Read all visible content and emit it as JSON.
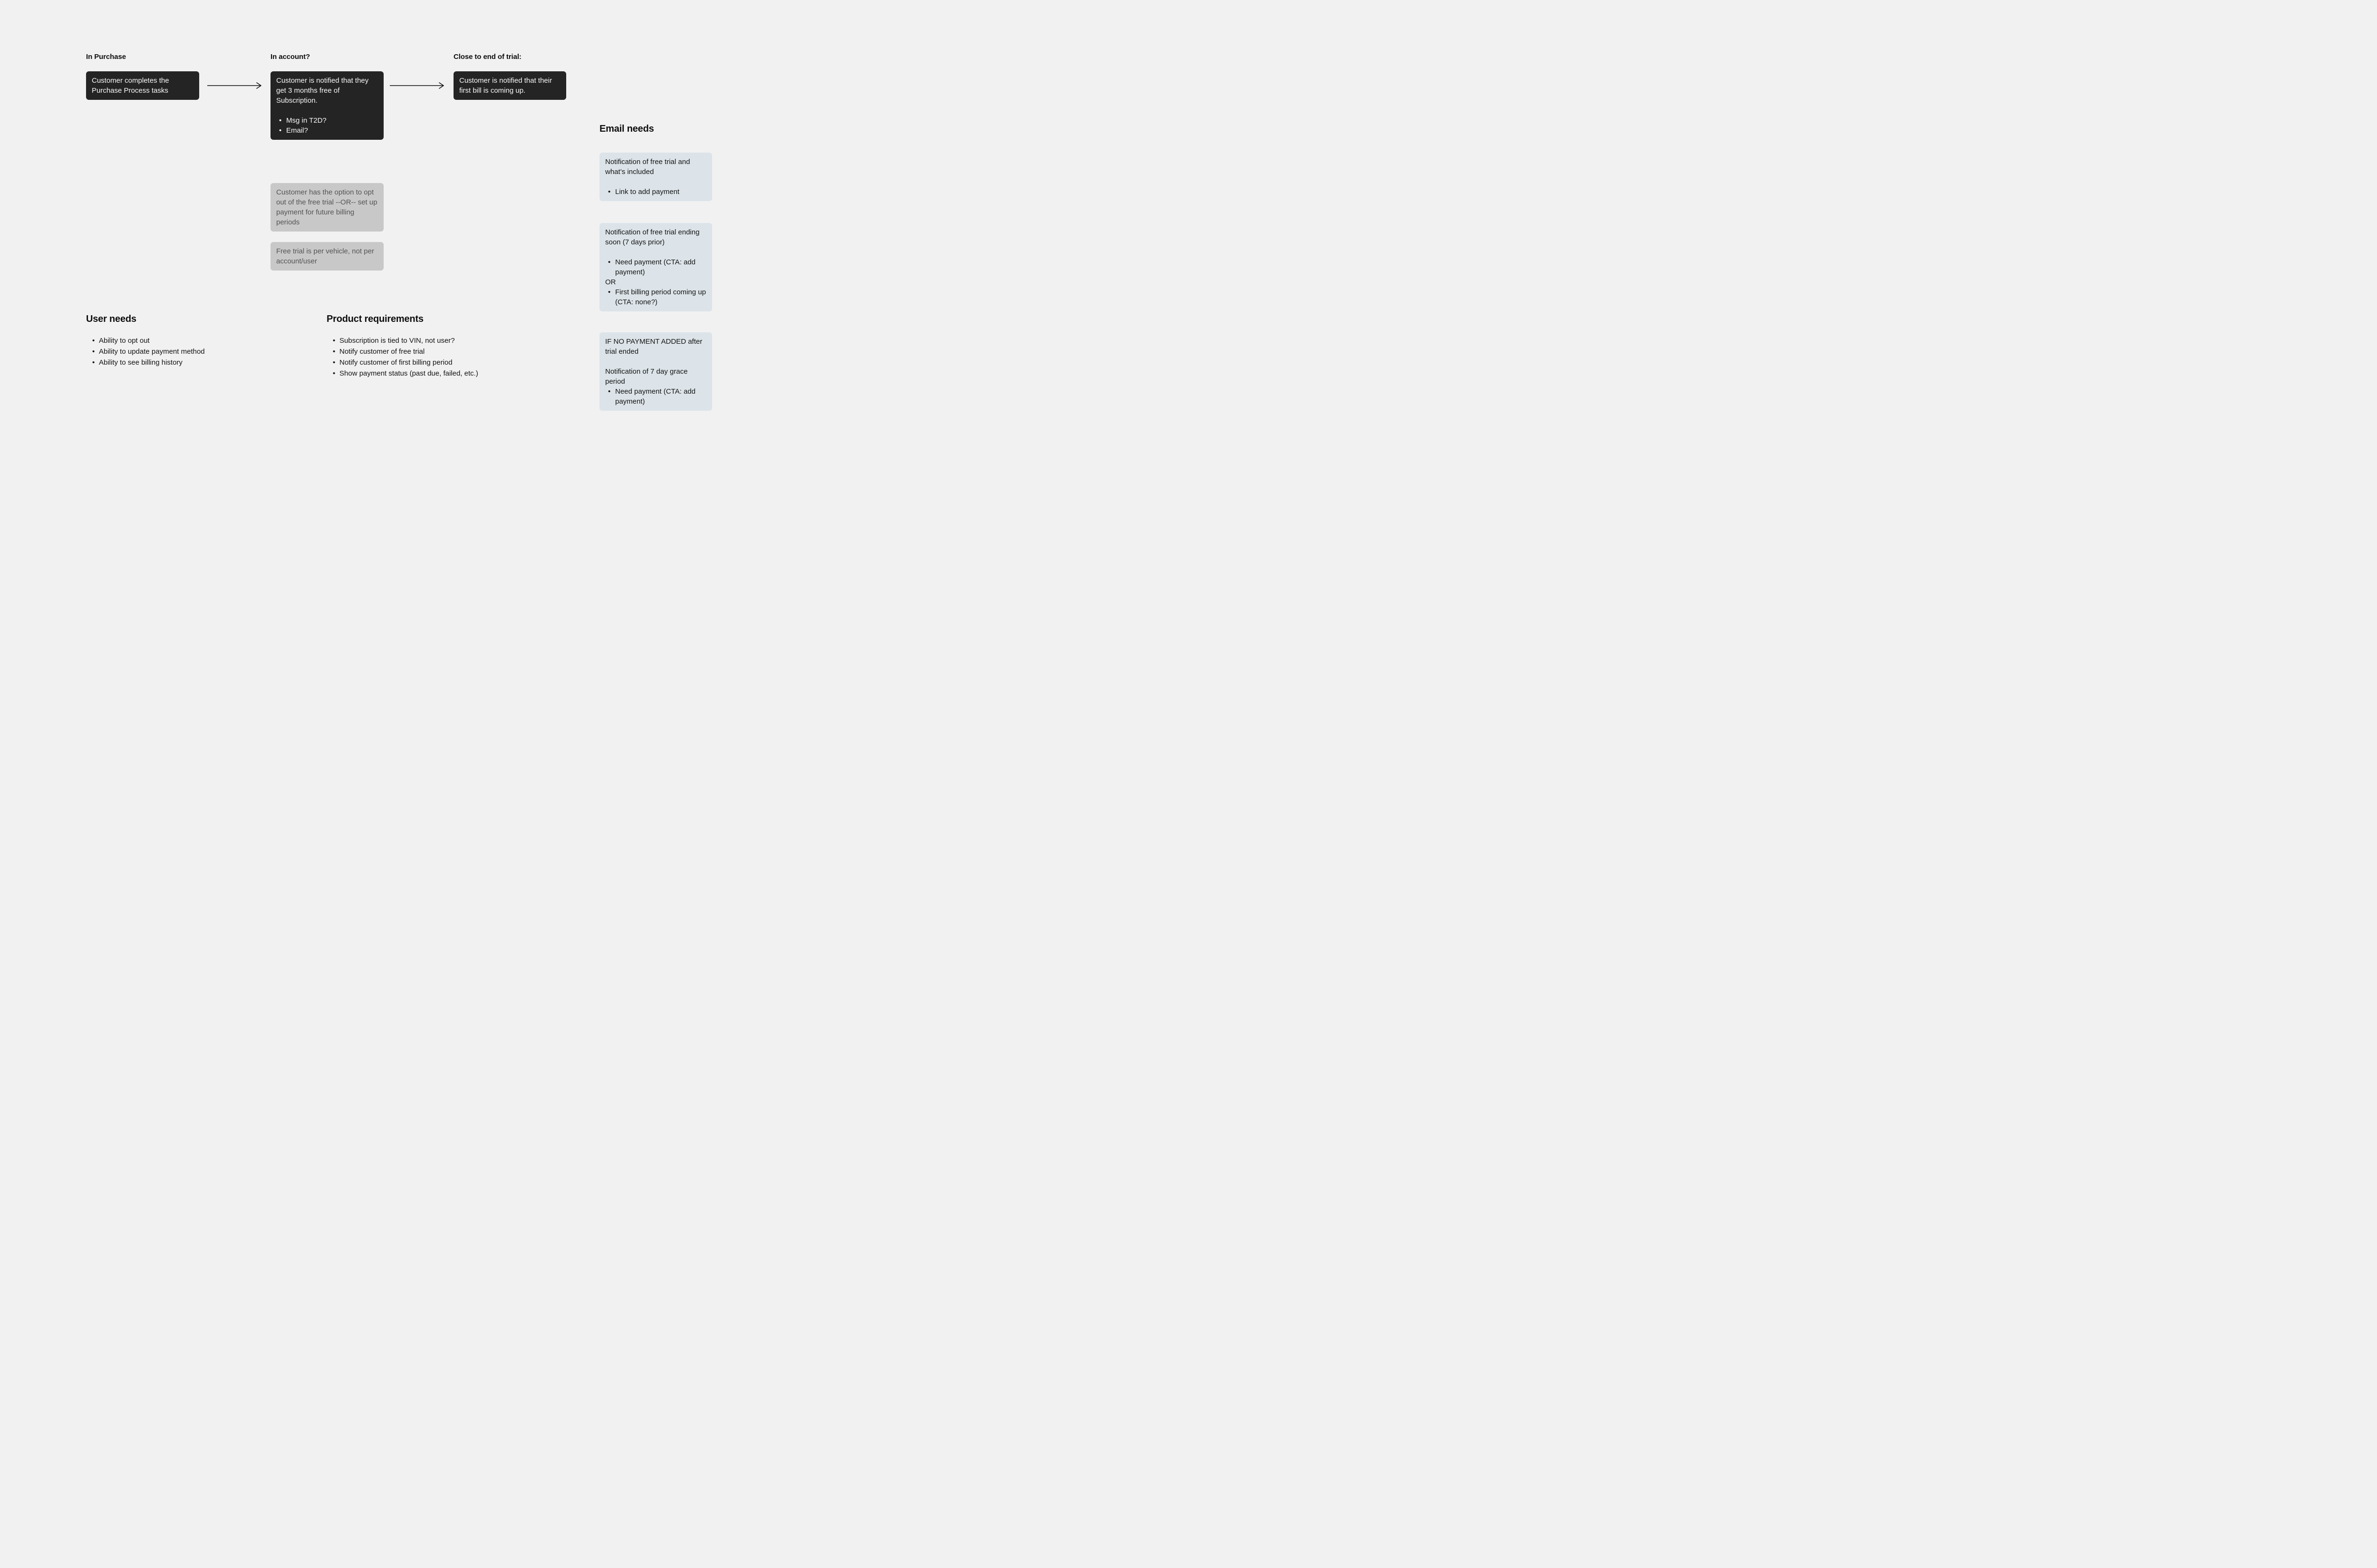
{
  "colors": {
    "canvas_bg": "#f1f1f2",
    "dark_note_bg": "#242424",
    "dark_note_text": "#f7f7f7",
    "gray_note_bg": "#c8c8c8",
    "gray_note_text": "#545454",
    "blue_note_bg": "#dce4e9",
    "arrow": "#111111"
  },
  "flow": {
    "steps": [
      {
        "heading": "In Purchase",
        "box": {
          "text": "Customer completes the Purchase Process tasks"
        }
      },
      {
        "heading": "In account?",
        "box": {
          "text": "Customer is notified that they get 3 months free of Subscription.",
          "bullets": [
            "Msg in T2D?",
            "Email?"
          ]
        }
      },
      {
        "heading": "Close to end of trial:",
        "box": {
          "text": "Customer is notified that their first bill is coming up."
        }
      }
    ]
  },
  "notes": [
    {
      "text": "Customer has the option to opt out of the free trial --OR-- set up payment for future billing periods"
    },
    {
      "text": "Free trial is per vehicle, not per account/user"
    }
  ],
  "user_needs": {
    "heading": "User needs",
    "items": [
      "Ability to opt out",
      "Ability to update payment method",
      "Ability to see billing history"
    ]
  },
  "product_requirements": {
    "heading": "Product requirements",
    "items": [
      "Subscription is tied to VIN, not user?",
      "Notify customer of free trial",
      "Notify customer of first billing period",
      "Show payment status (past due, failed, etc.)"
    ]
  },
  "email_needs": {
    "heading": "Email needs",
    "cards": [
      {
        "title": "Notification of free trial and what’s included",
        "bullets": [
          "Link to add payment"
        ]
      },
      {
        "title": "Notification of free trial ending soon (7 days prior)",
        "bullets": [
          "Need payment (CTA: add payment)"
        ],
        "or_label": "OR",
        "bullets2": [
          "First billing period coming up (CTA: none?)"
        ]
      },
      {
        "title": "IF NO PAYMENT ADDED after trial ended",
        "subtitle": "Notification of 7 day grace period",
        "bullets": [
          "Need payment (CTA: add payment)"
        ]
      }
    ]
  }
}
